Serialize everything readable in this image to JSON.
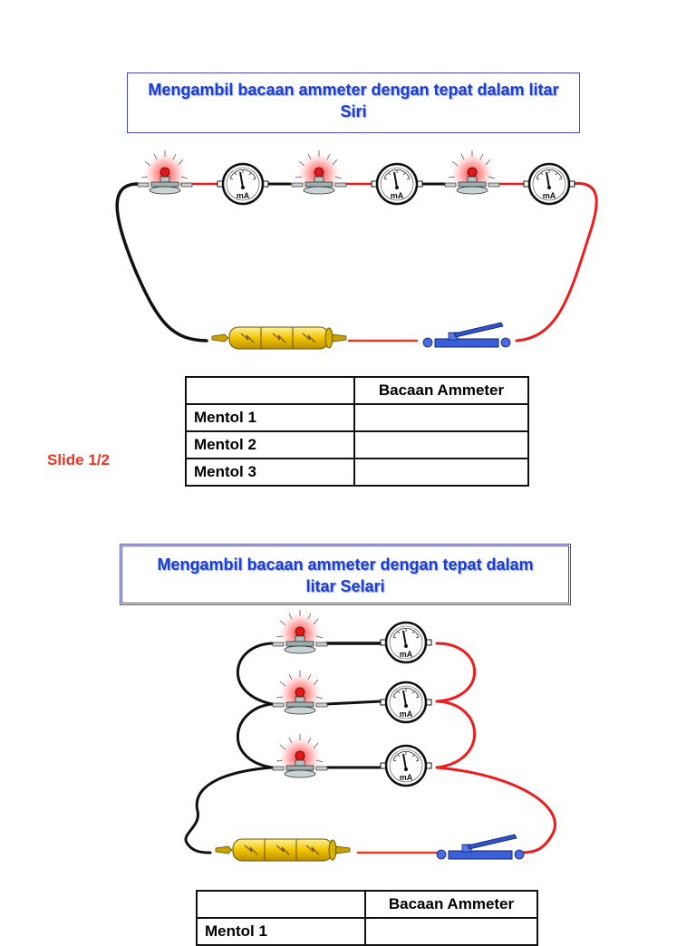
{
  "slide1": {
    "title_line1": "Mengambil bacaan ammeter dengan tepat dalam litar",
    "title_line2": "Siri",
    "table": {
      "header": [
        "",
        "Bacaan Ammeter"
      ],
      "rows": [
        [
          "Mentol 1",
          ""
        ],
        [
          "Mentol 2",
          ""
        ],
        [
          "Mentol 3",
          ""
        ]
      ]
    }
  },
  "slide_label": "Slide 1/2",
  "slide2": {
    "title_line1": "Mengambil bacaan ammeter dengan tepat dalam",
    "title_line2": "litar Selari",
    "table": {
      "header": [
        "",
        "Bacaan Ammeter"
      ],
      "rows": [
        [
          "Mentol 1",
          ""
        ]
      ]
    }
  },
  "ammeter_unit": "mA",
  "colors": {
    "title_text": "#1a3fd6",
    "slide_label": "#ee3322",
    "wire_red": "#ee1c1c",
    "wire_black": "#111111",
    "battery": "#f2c500",
    "switch": "#3a5fd8"
  },
  "icons": [
    "bulb-icon",
    "ammeter-icon",
    "battery-icon",
    "switch-icon"
  ]
}
